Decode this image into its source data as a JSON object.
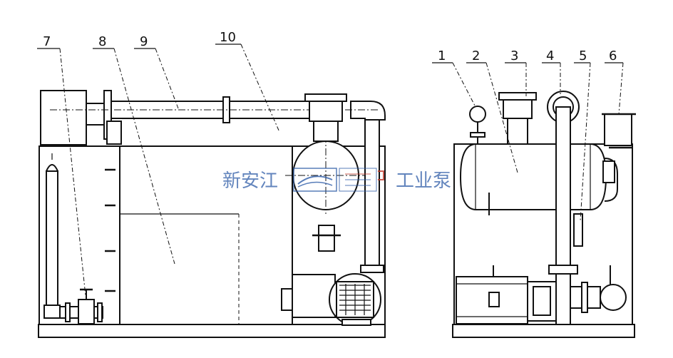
{
  "callouts": {
    "c1": "1",
    "c2": "2",
    "c3": "3",
    "c4": "4",
    "c5": "5",
    "c6": "6",
    "c7": "7",
    "c8": "8",
    "c9": "9",
    "c10": "10"
  },
  "watermark": {
    "left": "新安江",
    "right": "工业泵"
  },
  "colors": {
    "line": "#111111",
    "watermark": "#2f5da8",
    "logo_accent": "#c0392b"
  }
}
